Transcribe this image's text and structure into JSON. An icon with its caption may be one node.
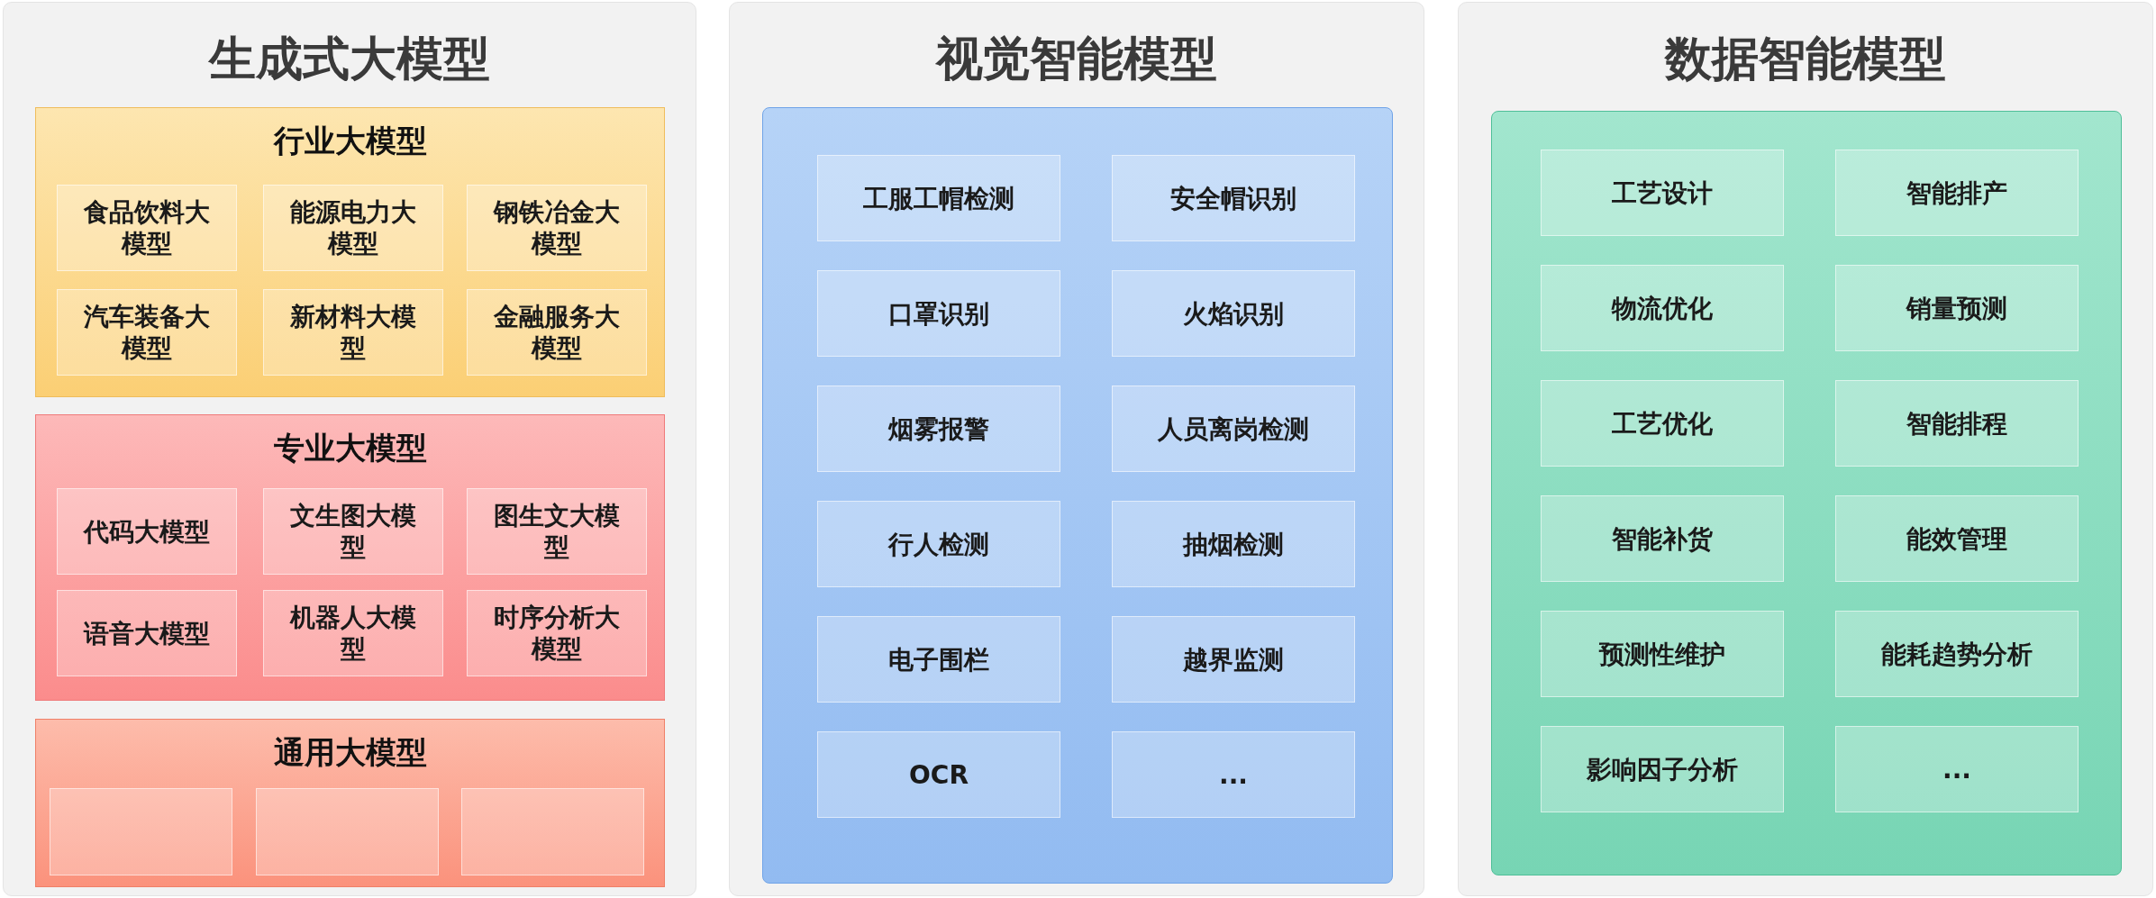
{
  "diagram": {
    "nodes": [
      {
        "text": [
          "生成式大模型"
        ]
      },
      {
        "text": [
          "行业大模型"
        ],
        "in": 0
      },
      {
        "text": [
          "食品饮料大模型"
        ],
        "in": 1
      },
      {
        "text": [
          "能源电力大模型"
        ],
        "in": 1
      },
      {
        "text": [
          "钢铁冶金大模型"
        ],
        "in": 1
      },
      {
        "text": [
          "汽车装备大模型"
        ],
        "in": 1
      },
      {
        "text": [
          "新材料大模型"
        ],
        "in": 1
      },
      {
        "text": [
          "金融服务大模型"
        ],
        "in": 1
      },
      {
        "text": [
          "专业大模型"
        ],
        "in": 0
      },
      {
        "text": [
          "代码大模型"
        ],
        "in": 8
      },
      {
        "text": [
          "文生图大模型"
        ],
        "in": 8
      },
      {
        "text": [
          "图生文大模型"
        ],
        "in": 8
      },
      {
        "text": [
          "语音大模型"
        ],
        "in": 8
      },
      {
        "text": [
          "机器人大模型"
        ],
        "in": 8
      },
      {
        "text": [
          "时序分析大模型"
        ],
        "in": 8
      },
      {
        "text": [
          "通用大模型"
        ],
        "in": 0
      },
      {
        "text": [],
        "shape": "box",
        "in": 15
      },
      {
        "text": [],
        "shape": "box",
        "in": 15
      },
      {
        "text": [],
        "shape": "box",
        "in": 15
      },
      {
        "text": [
          "视觉智能模型"
        ]
      },
      {
        "text": [
          "工服工帽检测"
        ],
        "in": 19
      },
      {
        "text": [
          "安全帽识别"
        ],
        "in": 19
      },
      {
        "text": [
          "口罩识别"
        ],
        "in": 19
      },
      {
        "text": [
          "火焰识别"
        ],
        "in": 19
      },
      {
        "text": [
          "烟雾报警"
        ],
        "in": 19
      },
      {
        "text": [
          "人员离岗检测"
        ],
        "in": 19
      },
      {
        "text": [
          "行人检测"
        ],
        "in": 19
      },
      {
        "text": [
          "抽烟检测"
        ],
        "in": 19
      },
      {
        "text": [
          "电子围栏"
        ],
        "in": 19
      },
      {
        "text": [
          "越界监测"
        ],
        "in": 19
      },
      {
        "text": [
          "OCR"
        ],
        "in": 19
      },
      {
        "text": [
          "..."
        ],
        "in": 19
      },
      {
        "text": [
          "数据智能模型"
        ]
      },
      {
        "text": [
          "工艺设计"
        ],
        "in": 32
      },
      {
        "text": [
          "智能排产"
        ],
        "in": 32
      },
      {
        "text": [
          "物流优化"
        ],
        "in": 32
      },
      {
        "text": [
          "销量预测"
        ],
        "in": 32
      },
      {
        "text": [
          "工艺优化"
        ],
        "in": 32
      },
      {
        "text": [
          "智能排程"
        ],
        "in": 32
      },
      {
        "text": [
          "智能补货"
        ],
        "in": 32
      },
      {
        "text": [
          "能效管理"
        ],
        "in": 32
      },
      {
        "text": [
          "预测性维护"
        ],
        "in": 32
      },
      {
        "text": [
          "能耗趋势分析"
        ],
        "in": 32
      },
      {
        "text": [
          "影响因子分析"
        ],
        "in": 32
      },
      {
        "text": [
          "..."
        ],
        "in": 32
      }
    ]
  }
}
